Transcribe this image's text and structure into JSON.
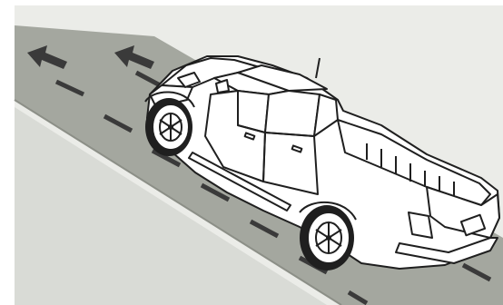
{
  "illustration": {
    "subject": "pickup-truck-on-slope",
    "colors": {
      "background": "#ebece8",
      "ground_shadow": "#d9dbd6",
      "road": "#a4a79f",
      "road_edge": "#8c8f87",
      "arrow": "#3a3a3a",
      "truck_fill": "#ffffff",
      "truck_line": "#1f1f1f"
    },
    "direction_arrows": [
      {
        "name": "arrow-up-left-1"
      },
      {
        "name": "arrow-up-left-2"
      }
    ]
  }
}
